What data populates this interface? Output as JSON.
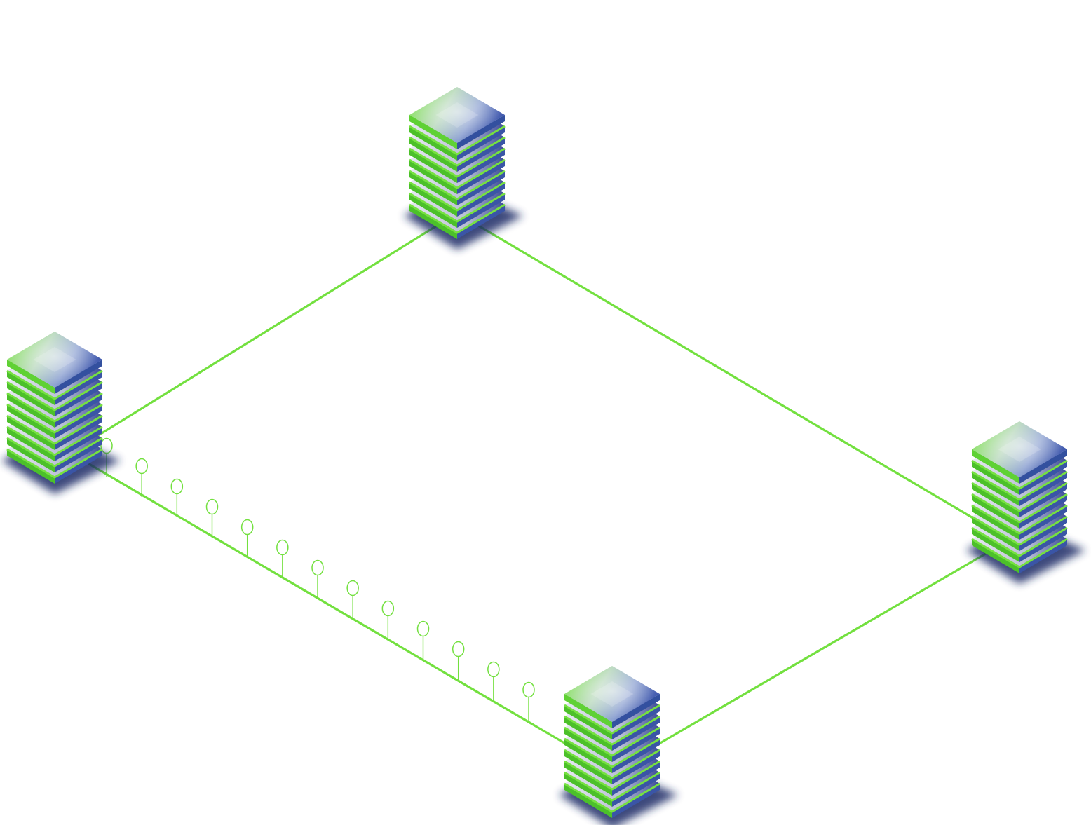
{
  "diagram": {
    "type": "isometric-network",
    "colors": {
      "background": "#ffffff",
      "link": "#73e03f",
      "stack_green": "#6ee03e",
      "stack_green_dark": "#4fb82c",
      "stack_blue": "#3f5bb0",
      "stack_gray": "#c9cbd8",
      "shadow": "#1e2a66"
    },
    "nodes": [
      {
        "id": "server-top",
        "icon": "server-stack-icon",
        "layers": 8
      },
      {
        "id": "server-left",
        "icon": "server-stack-icon",
        "layers": 8
      },
      {
        "id": "server-right",
        "icon": "server-stack-icon",
        "layers": 8
      },
      {
        "id": "server-bottom",
        "icon": "server-stack-icon",
        "layers": 8
      }
    ],
    "links": [
      {
        "from": "server-top",
        "to": "server-left"
      },
      {
        "from": "server-top",
        "to": "server-right"
      },
      {
        "from": "server-right",
        "to": "server-bottom"
      },
      {
        "from": "server-left",
        "to": "server-bottom"
      }
    ],
    "endpoints": {
      "link": "server-left-to-server-bottom",
      "icon": "pin-marker-icon",
      "count": 13
    }
  }
}
